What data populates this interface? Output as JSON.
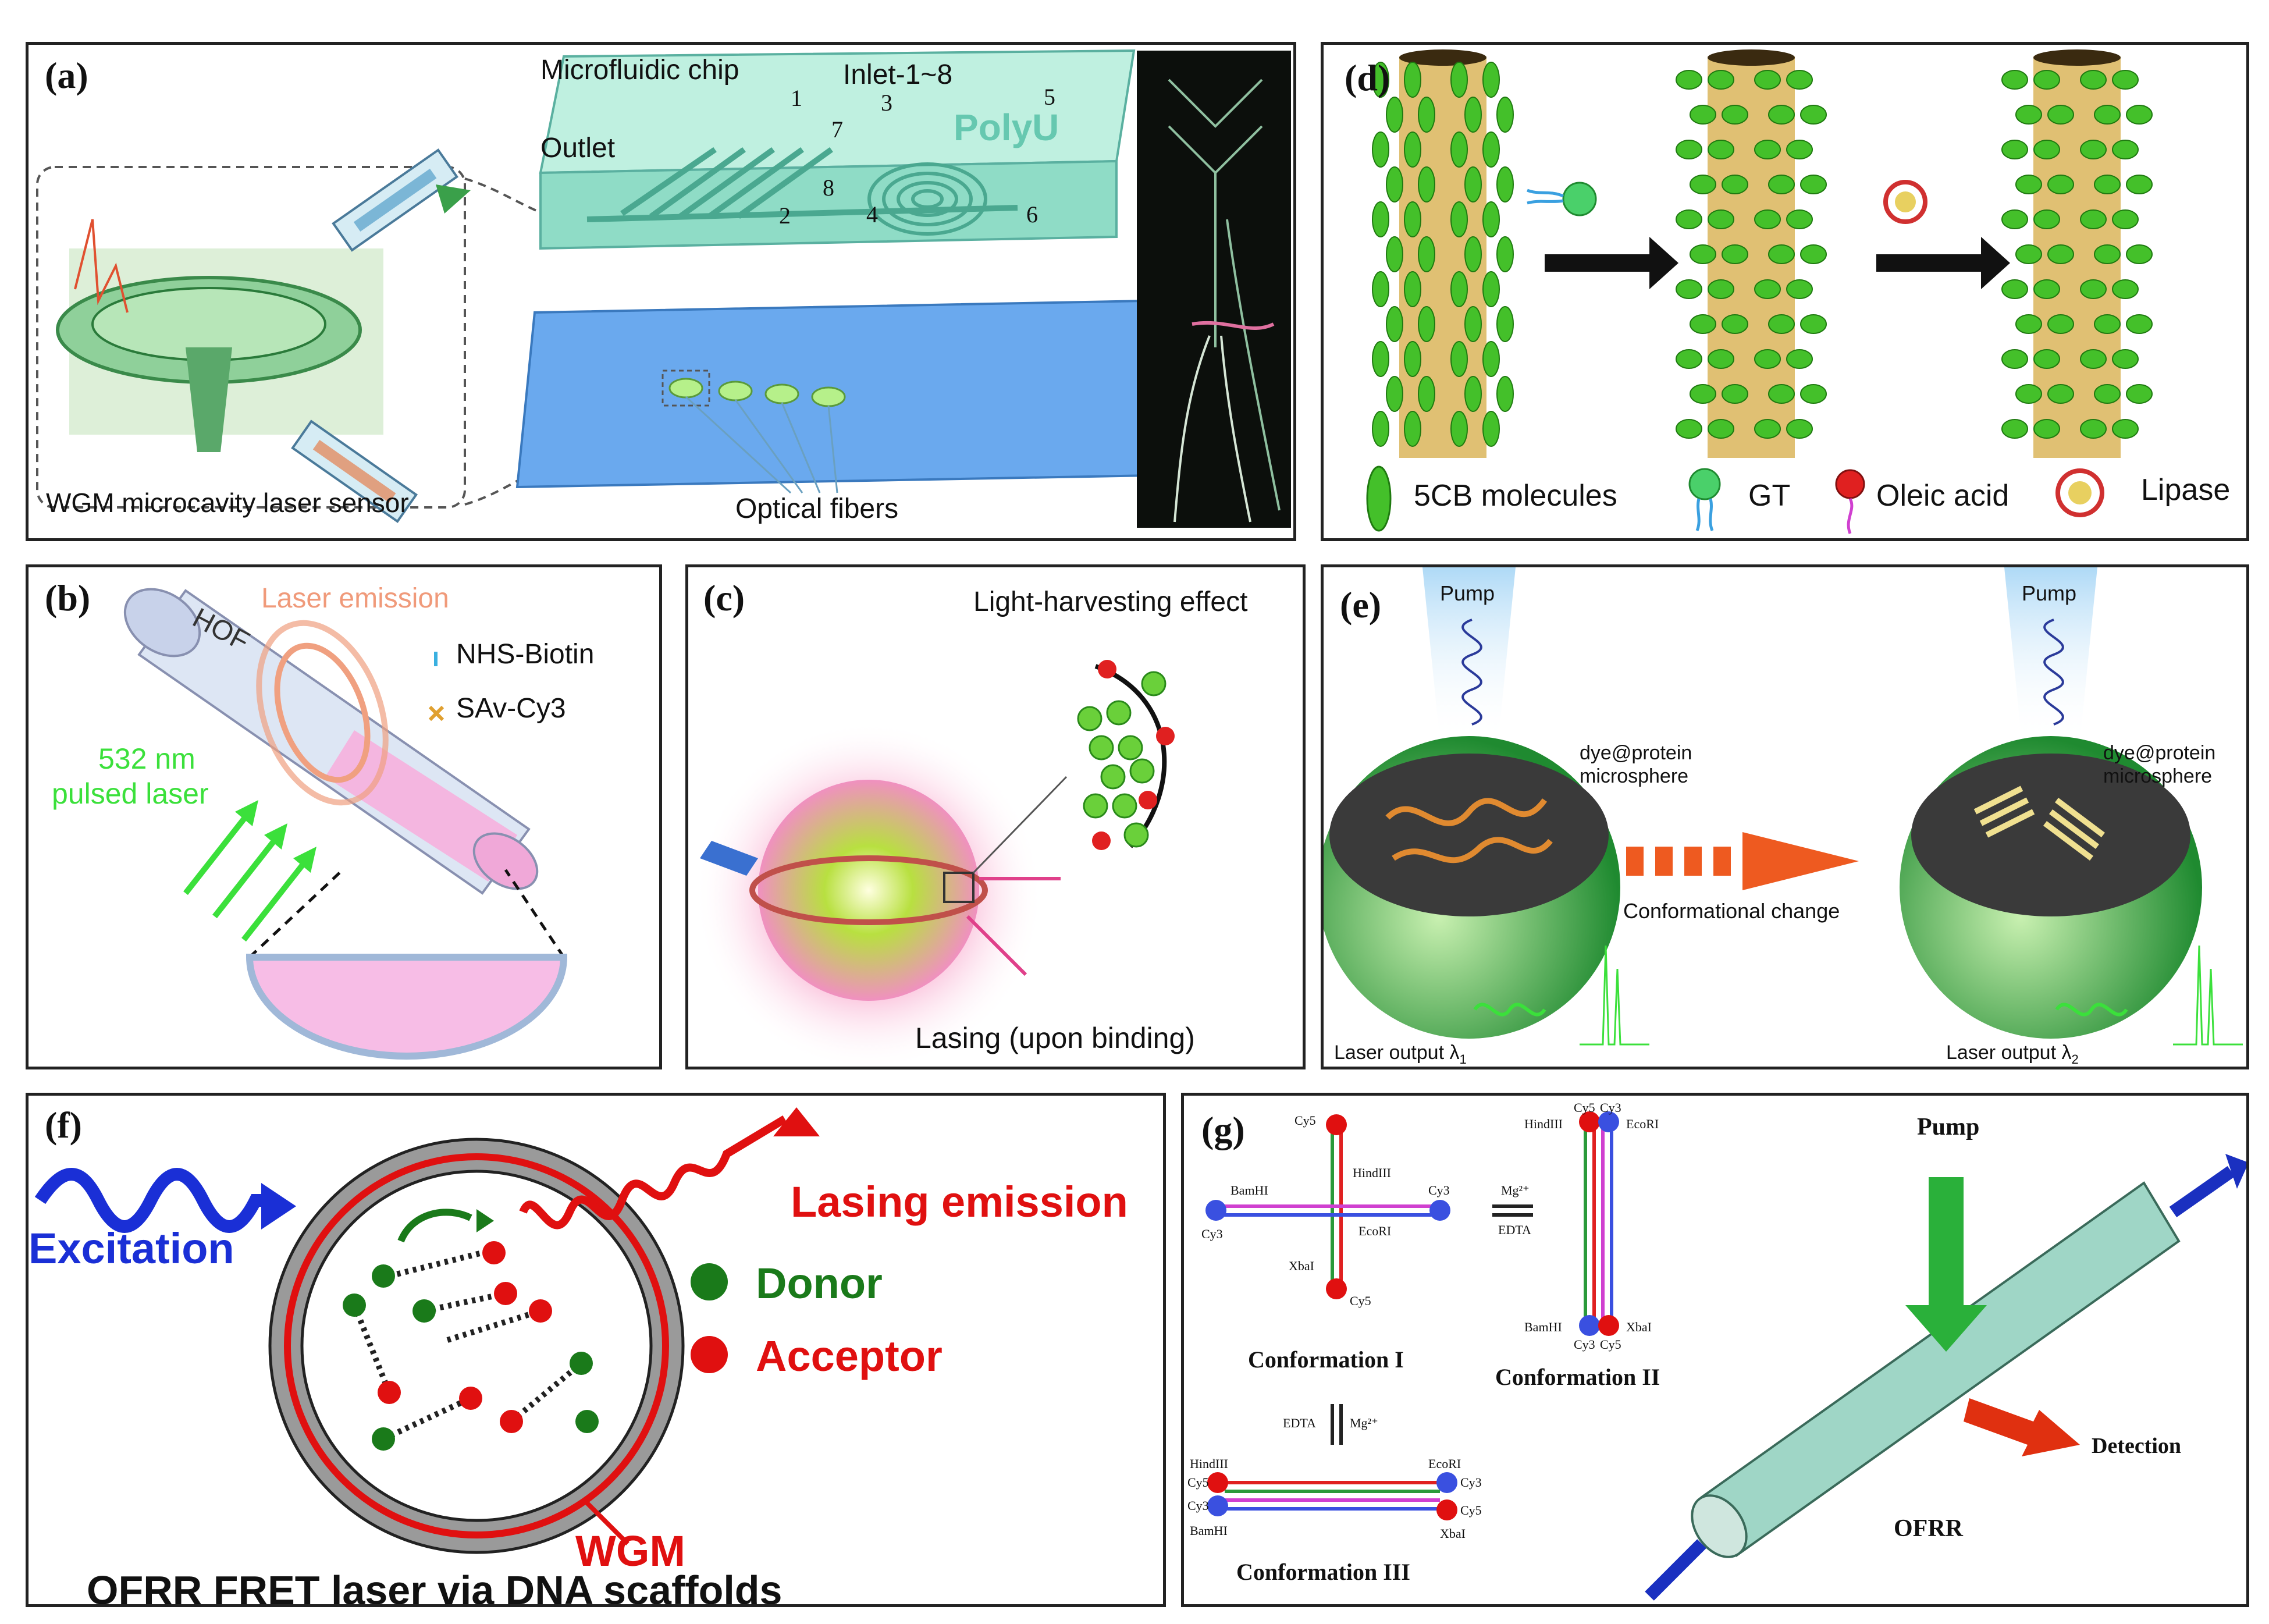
{
  "panels": {
    "a": {
      "label": "(a)",
      "microfluidic_chip": "Microfluidic chip",
      "inlet": "Inlet-1~8",
      "outlet": "Outlet",
      "chip_logo": "PolyU",
      "inlet_numbers": [
        "1",
        "7",
        "3",
        "5",
        "2",
        "8",
        "4",
        "6"
      ],
      "optical_fibers": "Optical fibers",
      "sensor": "WGM microcavity laser sensor"
    },
    "b": {
      "label": "(b)",
      "laser_emission": "Laser emission",
      "hof": "HOF",
      "legend_biotin": "NHS-Biotin",
      "legend_sav": "SAv-Cy3",
      "pump_line1": "532 nm",
      "pump_line2": "pulsed laser"
    },
    "c": {
      "label": "(c)",
      "title": "Light-harvesting effect",
      "bottom": "Lasing  (upon binding)"
    },
    "d": {
      "label": "(d)",
      "legend": [
        "5CB molecules",
        "GT",
        "Oleic acid",
        "Lipase"
      ]
    },
    "e": {
      "label": "(e)",
      "pump_left": "Pump",
      "pump_right": "Pump",
      "sphere_left_1": "dye@protein",
      "sphere_left_2": "microsphere",
      "sphere_right_1": "dye@protein",
      "sphere_right_2": "microsphere",
      "change": "Conformational change",
      "out_left": "Laser output λ",
      "out_left_sub": "1",
      "out_right": "Laser output λ",
      "out_right_sub": "2"
    },
    "f": {
      "label": "(f)",
      "excitation": "Excitation",
      "lasing": "Lasing emission",
      "donor": "Donor",
      "acceptor": "Acceptor",
      "wgm": "WGM",
      "caption": "OFRR FRET laser via DNA scaffolds"
    },
    "g": {
      "label": "(g)",
      "pump": "Pump",
      "detection": "Detection",
      "ofrr": "OFRR",
      "conf1": "Conformation I",
      "conf2": "Conformation II",
      "conf3": "Conformation III",
      "cy5": "Cy5",
      "cy3": "Cy3",
      "hindiii": "HindIII",
      "ecori": "EcoRI",
      "bamhi": "BamHI",
      "xbai": "XbaI",
      "mg": "Mg²⁺",
      "edta": "EDTA"
    }
  },
  "colors": {
    "donor": "#1a7a1a",
    "acceptor": "#e01010",
    "excitation": "#1a2fd6",
    "chip": "#9fe6d0",
    "substrate": "#6aa9ee"
  }
}
